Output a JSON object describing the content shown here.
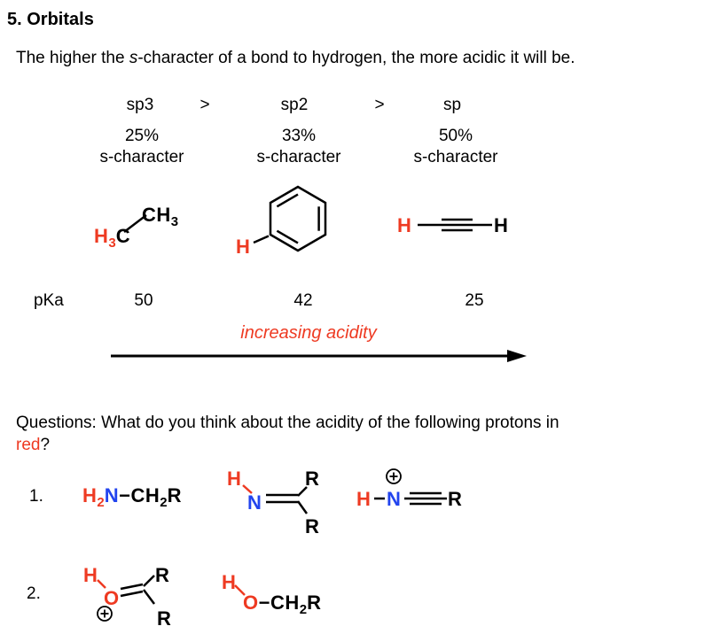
{
  "colors": {
    "red": "#ee3a22",
    "blue": "#2244ee",
    "text": "#000000",
    "background": "#ffffff"
  },
  "header": {
    "title": "5. Orbitals"
  },
  "intro": {
    "pre": "The higher the ",
    "emph": "s",
    "post": "-character of a bond to hydrogen, the more acidic it will be."
  },
  "scheme": {
    "hybrid_labels": {
      "sp3": "sp3",
      "gt1": ">",
      "sp2": "sp2",
      "gt2": ">",
      "sp": "sp"
    },
    "columns": [
      {
        "percent": "25%",
        "label": "s-character"
      },
      {
        "percent": "33%",
        "label": "s-character"
      },
      {
        "percent": "50%",
        "label": "s-character"
      }
    ],
    "pka": {
      "label": "pKa",
      "v1": "50",
      "v2": "42",
      "v3": "25"
    },
    "arrow_label": "increasing acidity",
    "ethane": {
      "h": "H",
      "h_sub": "3",
      "c": "C",
      "ch": "CH",
      "ch_sub": "3"
    },
    "benzene": {
      "h": "H"
    },
    "acetylene": {
      "h_left": "H",
      "h_right": "H"
    }
  },
  "questions": {
    "line1": "Questions: What do you think about the acidity of the following protons in",
    "red_word": "red",
    "mark": "?"
  },
  "q1": {
    "number": "1.",
    "amine": {
      "h": "H",
      "h_sub": "2",
      "n": "N",
      "bond": "−",
      "ch": "CH",
      "ch_sub": "2",
      "r": "R"
    },
    "imine": {
      "h": "H",
      "n": "N",
      "r_top": "R",
      "r_bottom": "R"
    },
    "nitrilium": {
      "h": "H",
      "n": "N",
      "r": "R",
      "charge": "⊕"
    }
  },
  "q2": {
    "number": "2.",
    "oxocarbenium": {
      "h": "H",
      "o": "O",
      "r_top": "R",
      "r_bottom": "R",
      "charge": "⊕"
    },
    "ether": {
      "h": "H",
      "o": "O",
      "bond": "−",
      "ch": "CH",
      "ch_sub": "2",
      "r": "R"
    }
  }
}
